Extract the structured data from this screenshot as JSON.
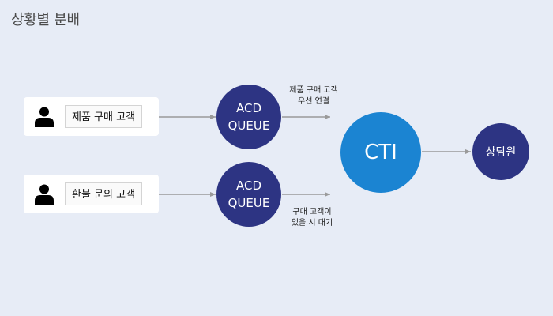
{
  "page_title": "상황별 분배",
  "customers": [
    {
      "label": "제품 구매 고객",
      "icon": "person-icon"
    },
    {
      "label": "환불 문의 고객",
      "icon": "person-icon"
    }
  ],
  "queues": [
    {
      "line1": "ACD",
      "line2": "QUEUE"
    },
    {
      "line1": "ACD",
      "line2": "QUEUE"
    }
  ],
  "edge_notes": {
    "top_line1": "제품 구매 고객",
    "top_line2": "우선 연결",
    "bottom_line1": "구매 고객이",
    "bottom_line2": "있을 시 대기"
  },
  "cti_label": "CTI",
  "agent_label": "상담원",
  "colors": {
    "background": "#e7ecf6",
    "queue": "#2d3483",
    "cti": "#1b84d2",
    "agent": "#2d3483",
    "arrow": "#9a9a9a"
  }
}
